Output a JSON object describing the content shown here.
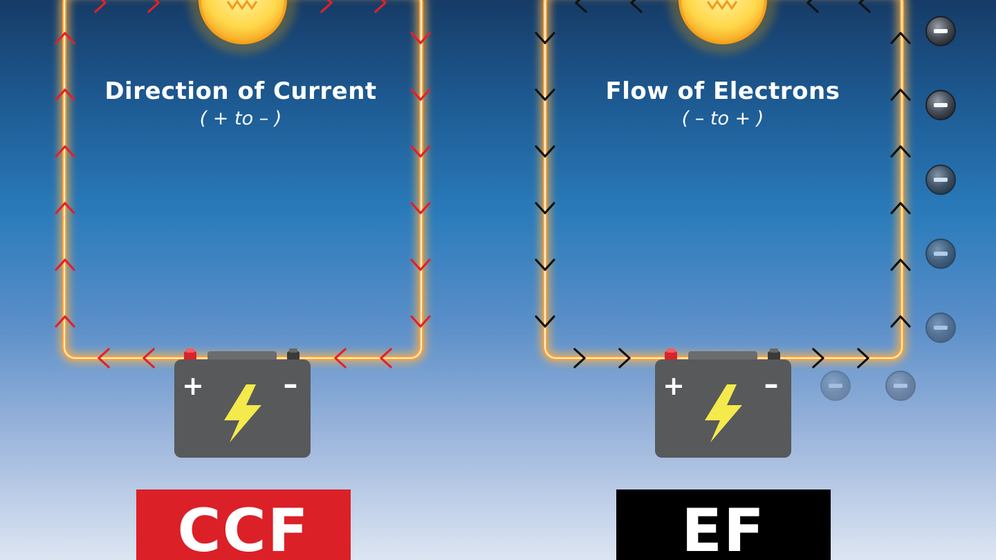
{
  "colors": {
    "wire": "#ffb347",
    "wire_core": "#fff3d6",
    "bulb": "#ffd84a",
    "ccf_arrow": "#e3202a",
    "ef_arrow": "#111111",
    "battery": "#58595b",
    "terminal_positive": "#d9232a",
    "terminal_negative": "#3a3a3a",
    "bolt": "#f4ea4b",
    "ccf_tag": "#dc2027",
    "ef_tag": "#000000"
  },
  "panels": [
    {
      "id": "ccf",
      "title": "Direction of Current",
      "subtitle": "( + to – )",
      "tag": "CCF",
      "arrow_color_key": "ccf_arrow",
      "direction": "clockwise"
    },
    {
      "id": "ef",
      "title": "Flow of Electrons",
      "subtitle": "( – to + )",
      "tag": "EF",
      "arrow_color_key": "ef_arrow",
      "direction": "counterclockwise"
    }
  ],
  "battery": {
    "positive_symbol": "+",
    "negative_symbol": "–",
    "icon": "lightning-bolt-icon"
  },
  "electrons": {
    "symbol": "–",
    "icon": "electron-icon",
    "count": 7
  }
}
